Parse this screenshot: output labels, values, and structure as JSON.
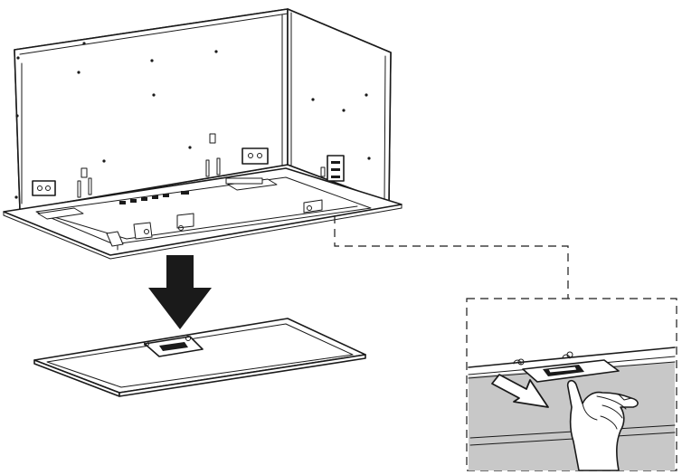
{
  "colors": {
    "line": "#1a1a1a",
    "background": "#ffffff",
    "filter_fill": "#c8c8c8"
  },
  "figure": {
    "main_unit": "range-hood-cabinet",
    "removed_part": "grease-filter-panel",
    "action": "pull-filter-handle-down",
    "detail_callout": "dashed-inset-with-hand"
  },
  "icons": [
    "down-arrow-icon",
    "pull-direction-arrow-icon",
    "hand-icon",
    "filter-handle-icon"
  ]
}
